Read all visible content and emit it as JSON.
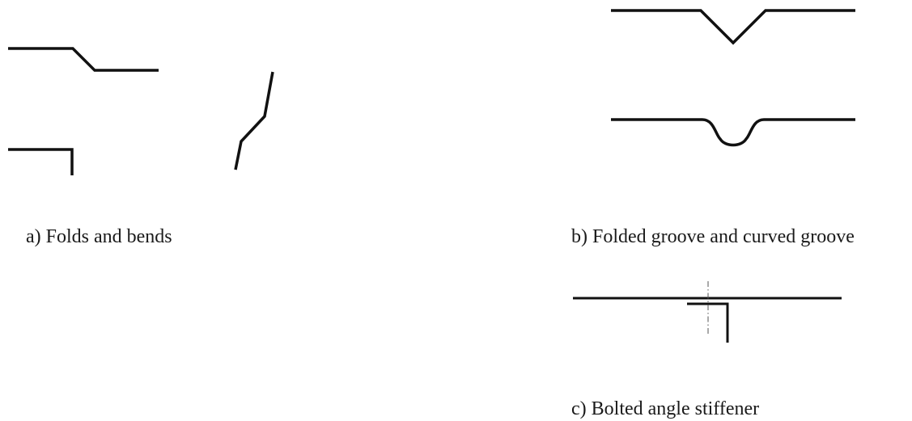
{
  "captions": {
    "a": "a)  Folds and bends",
    "b": "b)  Folded groove and curved groove",
    "c": "c)  Bolted angle stiffener"
  },
  "colors": {
    "line": "#111111",
    "centerline": "#555555"
  }
}
